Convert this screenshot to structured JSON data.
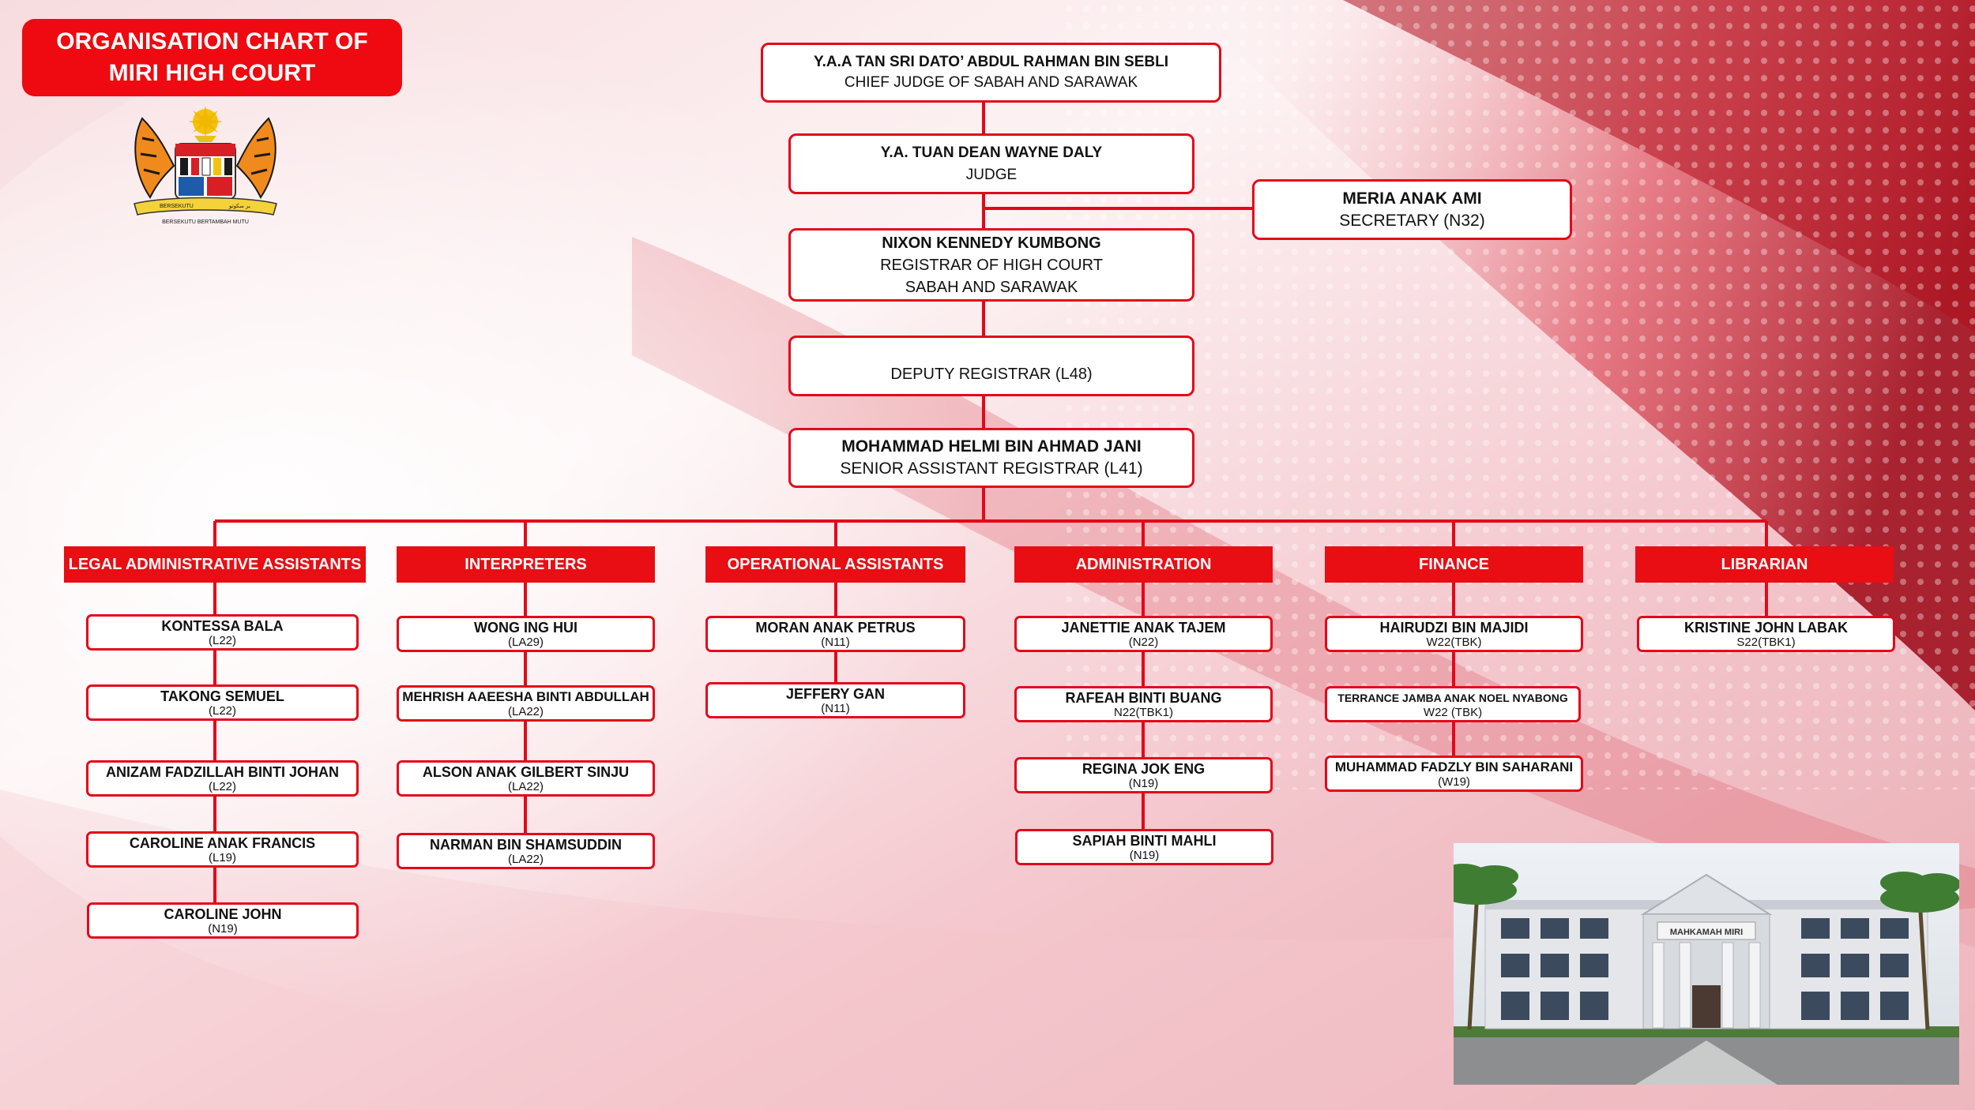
{
  "title": {
    "line1": "ORGANISATION CHART OF",
    "line2": "MIRI HIGH COURT"
  },
  "colors": {
    "accent": "#e90d14",
    "border": "#e3081a",
    "text": "#111111"
  },
  "crest": {
    "banner_left": "BERSEKUTU",
    "banner_right": "بر سكوتو",
    "motto": "BERSEKUTU BERTAMBAH MUTU",
    "icon": "malaysia-coat-of-arms-icon"
  },
  "photo": {
    "sign": "MAHKAMAH MIRI",
    "icon": "court-building-photo"
  },
  "hierarchy": [
    {
      "id": "chief-judge",
      "name": "Y.A.A TAN SRI DATO’ ABDUL RAHMAN BIN SEBLI",
      "lines": [
        "CHIEF JUDGE OF SABAH AND SARAWAK"
      ]
    },
    {
      "id": "judge",
      "name": "Y.A. TUAN DEAN WAYNE DALY",
      "lines": [
        "JUDGE"
      ]
    },
    {
      "id": "registrar",
      "name": "NIXON KENNEDY KUMBONG",
      "lines": [
        "REGISTRAR OF HIGH COURT",
        "SABAH AND SARAWAK"
      ]
    },
    {
      "id": "deputy-registrar",
      "name": "",
      "lines": [
        "DEPUTY REGISTRAR (L48)"
      ]
    },
    {
      "id": "senior-assistant-registrar",
      "name": "MOHAMMAD HELMI BIN AHMAD JANI",
      "lines": [
        "SENIOR ASSISTANT REGISTRAR (L41)"
      ]
    }
  ],
  "secretary": {
    "name": "MERIA ANAK AMI",
    "lines": [
      "SECRETARY (N32)"
    ]
  },
  "departments": [
    {
      "label": "LEGAL ADMINISTRATIVE ASSISTANTS",
      "staff": [
        {
          "name": "KONTESSA BALA",
          "grade": "(L22)"
        },
        {
          "name": "TAKONG SEMUEL",
          "grade": "(L22)"
        },
        {
          "name": "ANIZAM FADZILLAH BINTI JOHAN",
          "grade": "(L22)"
        },
        {
          "name": "CAROLINE ANAK FRANCIS",
          "grade": "(L19)"
        },
        {
          "name": "CAROLINE JOHN",
          "grade": "(N19)"
        }
      ]
    },
    {
      "label": "INTERPRETERS",
      "staff": [
        {
          "name": "WONG ING HUI",
          "grade": "(LA29)"
        },
        {
          "name": "MEHRISH AAEESHA BINTI ABDULLAH",
          "grade": "(LA22)"
        },
        {
          "name": "ALSON ANAK GILBERT SINJU",
          "grade": "(LA22)"
        },
        {
          "name": "NARMAN BIN SHAMSUDDIN",
          "grade": "(LA22)"
        }
      ]
    },
    {
      "label": "OPERATIONAL ASSISTANTS",
      "staff": [
        {
          "name": "MORAN ANAK PETRUS",
          "grade": "(N11)"
        },
        {
          "name": "JEFFERY GAN",
          "grade": "(N11)"
        }
      ]
    },
    {
      "label": "ADMINISTRATION",
      "staff": [
        {
          "name": "JANETTIE ANAK TAJEM",
          "grade": "(N22)"
        },
        {
          "name": "RAFEAH BINTI BUANG",
          "grade": "N22(TBK1)"
        },
        {
          "name": "REGINA JOK ENG",
          "grade": "(N19)"
        },
        {
          "name": "SAPIAH BINTI MAHLI",
          "grade": "(N19)"
        }
      ]
    },
    {
      "label": "FINANCE",
      "staff": [
        {
          "name": "HAIRUDZI BIN MAJIDI",
          "grade": "W22(TBK)"
        },
        {
          "name": "TERRANCE JAMBA ANAK NOEL NYABONG",
          "grade": "W22 (TBK)"
        },
        {
          "name": "MUHAMMAD FADZLY BIN SAHARANI",
          "grade": "(W19)"
        }
      ]
    },
    {
      "label": "LIBRARIAN",
      "staff": [
        {
          "name": "KRISTINE JOHN LABAK",
          "grade": "S22(TBK1)"
        }
      ]
    }
  ]
}
